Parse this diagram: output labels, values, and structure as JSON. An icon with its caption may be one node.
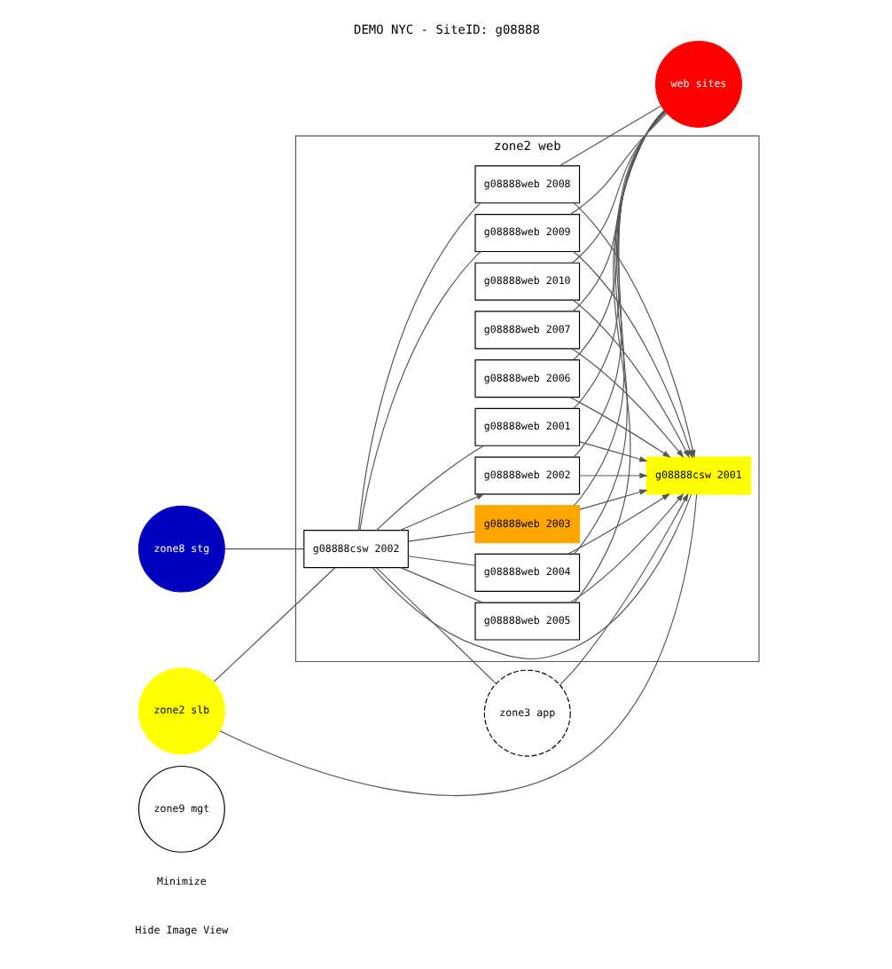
{
  "diagram": {
    "title": "DEMO NYC - SiteID: g08888",
    "nodes": [
      {
        "text": [
          "zone9 mgt"
        ]
      },
      {
        "text": [
          "zone2 slb"
        ]
      },
      {
        "text": [
          "zone8 stg"
        ]
      },
      {
        "text": [
          "zone2 web"
        ]
      },
      {
        "text": [
          "g08888csw 2001"
        ],
        "in": 3
      },
      {
        "text": [
          "g08888csw 2002"
        ],
        "in": 3
      },
      {
        "text": [
          "g08888web 2010"
        ],
        "in": 3
      },
      {
        "text": [
          "g08888web 2009"
        ],
        "in": 3
      },
      {
        "text": [
          "g08888web 2008"
        ],
        "in": 3
      },
      {
        "text": [
          "g08888web 2007"
        ],
        "in": 3
      },
      {
        "text": [
          "g08888web 2006"
        ],
        "in": 3
      },
      {
        "text": [
          "g08888web 2005"
        ],
        "in": 3
      },
      {
        "text": [
          "g08888web 2004"
        ],
        "in": 3
      },
      {
        "text": [
          "g08888web 2003"
        ],
        "in": 3
      },
      {
        "text": [
          "g08888web 2002"
        ],
        "in": 3
      },
      {
        "text": [
          "g08888web 2001"
        ],
        "in": 3
      },
      {
        "text": [
          "web sites"
        ]
      },
      {
        "text": [
          "zone3 app"
        ]
      }
    ],
    "edges": [
      {
        "from": 1,
        "to": 4,
        "arrow": "none"
      },
      {
        "from": 1,
        "to": 5,
        "arrow": "none"
      },
      {
        "from": 2,
        "to": 5,
        "arrow": "none"
      },
      {
        "from": 5,
        "to": 4,
        "arrow": "none"
      },
      {
        "from": 6,
        "to": 4,
        "arrow": "to"
      },
      {
        "from": 7,
        "to": 4,
        "arrow": "to"
      },
      {
        "from": 8,
        "to": 4,
        "arrow": "to"
      },
      {
        "from": 9,
        "to": 4,
        "arrow": "to"
      },
      {
        "from": 10,
        "to": 4,
        "arrow": "to"
      },
      {
        "from": 11,
        "to": 4,
        "arrow": "to"
      },
      {
        "from": 12,
        "to": 4,
        "arrow": "to"
      },
      {
        "from": 13,
        "to": 4,
        "arrow": "to"
      },
      {
        "from": 14,
        "to": 4,
        "arrow": "to"
      },
      {
        "from": 15,
        "to": 4,
        "arrow": "to"
      },
      {
        "from": 5,
        "to": 7,
        "arrow": "none"
      },
      {
        "from": 5,
        "to": 8,
        "arrow": "none"
      },
      {
        "from": 5,
        "to": 11,
        "arrow": "none"
      },
      {
        "from": 5,
        "to": 12,
        "arrow": "none"
      },
      {
        "from": 5,
        "to": 13,
        "arrow": "none"
      },
      {
        "from": 5,
        "to": 14,
        "arrow": "to"
      },
      {
        "from": 5,
        "to": 15,
        "arrow": "none"
      },
      {
        "from": 17,
        "to": 4,
        "arrow": "to"
      },
      {
        "from": 5,
        "to": 17,
        "arrow": "none"
      },
      {
        "from": 6,
        "to": 16,
        "arrow": "none"
      },
      {
        "from": 7,
        "to": 16,
        "arrow": "none"
      },
      {
        "from": 8,
        "to": 16,
        "arrow": "none"
      },
      {
        "from": 9,
        "to": 16,
        "arrow": "none"
      },
      {
        "from": 10,
        "to": 16,
        "arrow": "none"
      },
      {
        "from": 11,
        "to": 16,
        "arrow": "none"
      },
      {
        "from": 12,
        "to": 16,
        "arrow": "none"
      },
      {
        "from": 13,
        "to": 16,
        "arrow": "none"
      },
      {
        "from": 14,
        "to": 16,
        "arrow": "none"
      },
      {
        "from": 15,
        "to": 16,
        "arrow": "none"
      }
    ],
    "labels": [
      "Hide Image View",
      "Minimize"
    ]
  }
}
